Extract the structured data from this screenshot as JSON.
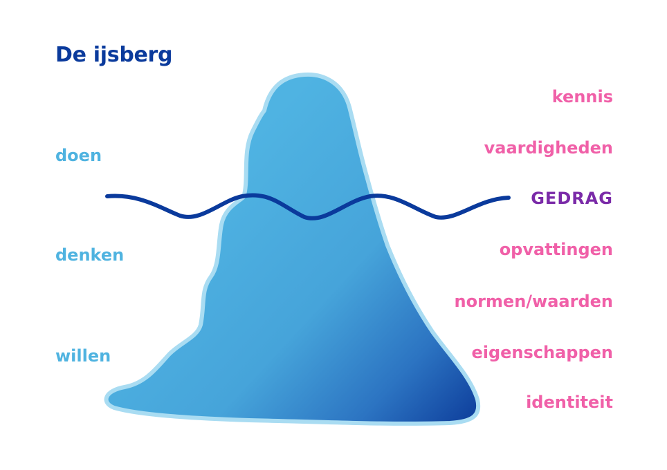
{
  "title": "De ijsberg",
  "colors": {
    "title": "#0a3a9c",
    "left_labels": "#4fb3e0",
    "right_labels": "#f060a8",
    "emphasis_label": "#7a2aa8",
    "waterline": "#0a3a9c",
    "iceberg_light": "#4fb3e2",
    "iceberg_dark": "#0d3c9a",
    "iceberg_outline": "#a9dcf2"
  },
  "left_labels": [
    {
      "text": "doen"
    },
    {
      "text": "denken"
    },
    {
      "text": "willen"
    }
  ],
  "right_labels": [
    {
      "text": "kennis"
    },
    {
      "text": "vaardigheden"
    },
    {
      "text": "GEDRAG"
    },
    {
      "text": "opvattingen"
    },
    {
      "text": "normen/waarden"
    },
    {
      "text": "eigenschappen"
    },
    {
      "text": "identiteit"
    }
  ],
  "icons": {
    "iceberg": "iceberg-shape",
    "waterline": "wave-line"
  }
}
